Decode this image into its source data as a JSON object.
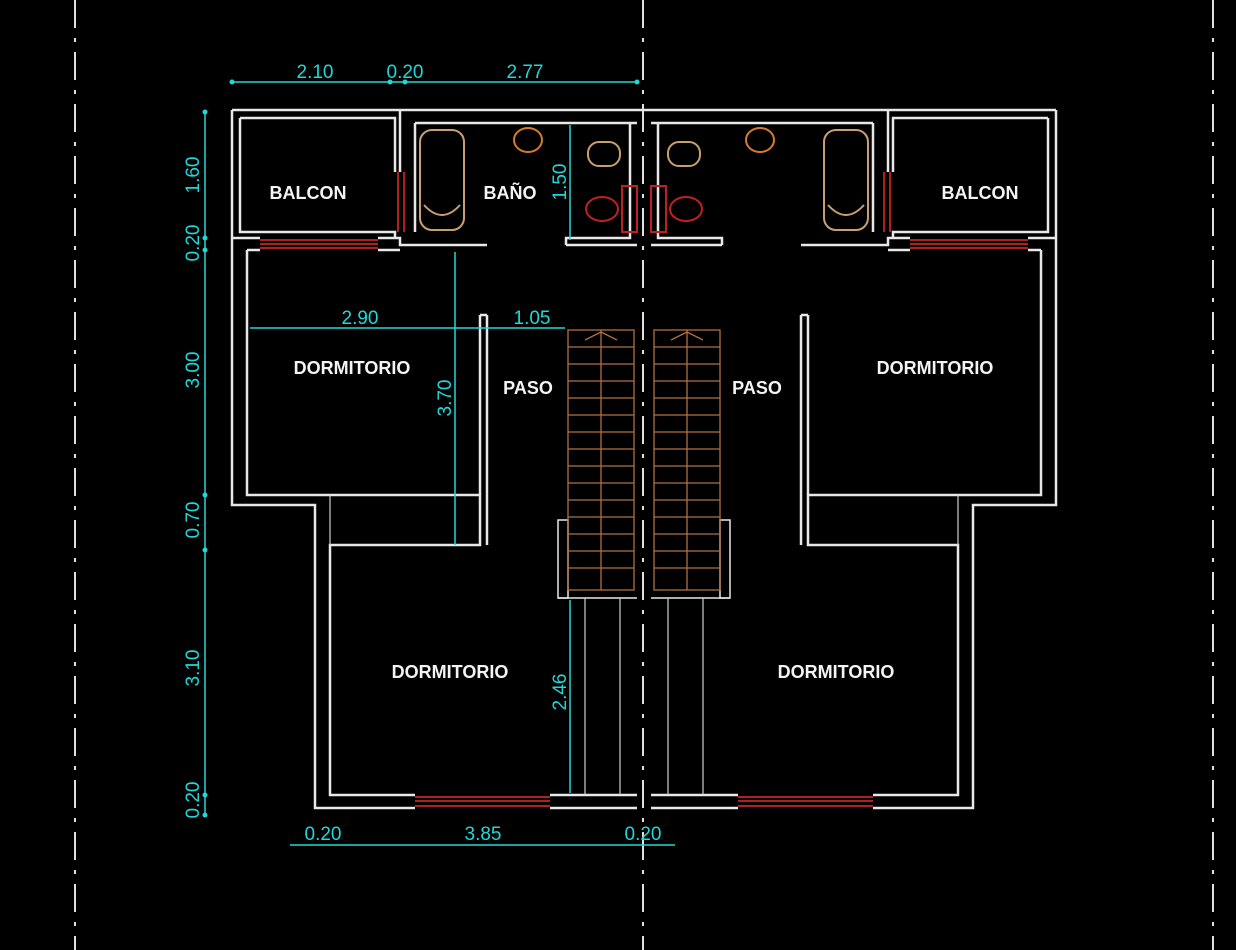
{
  "colors": {
    "background": "#000000",
    "walls": "#e8e8e8",
    "dimensions": "#20d8d8",
    "windows": "#b02020",
    "fixtures": "#d87a2a"
  },
  "rooms": {
    "left": {
      "balcon": "BALCON",
      "bano": "BAÑO",
      "dormitorio_top": "DORMITORIO",
      "paso": "PASO",
      "dormitorio_bottom": "DORMITORIO"
    },
    "right": {
      "balcon": "BALCON",
      "paso": "PASO",
      "dormitorio_top": "DORMITORIO",
      "dormitorio_bottom": "DORMITORIO"
    }
  },
  "dimensions": {
    "top": [
      "2.10",
      "0.20",
      "2.77"
    ],
    "left": [
      "1.60",
      "0.20",
      "3.00",
      "0.70",
      "3.10",
      "0.20"
    ],
    "bottom": [
      "0.20",
      "3.85",
      "0.20"
    ],
    "interior": {
      "bath_height": "1.50",
      "bedroom_width": "2.90",
      "passage_width": "1.05",
      "bedroom_depth": "3.70",
      "corridor_length": "2.46"
    }
  }
}
